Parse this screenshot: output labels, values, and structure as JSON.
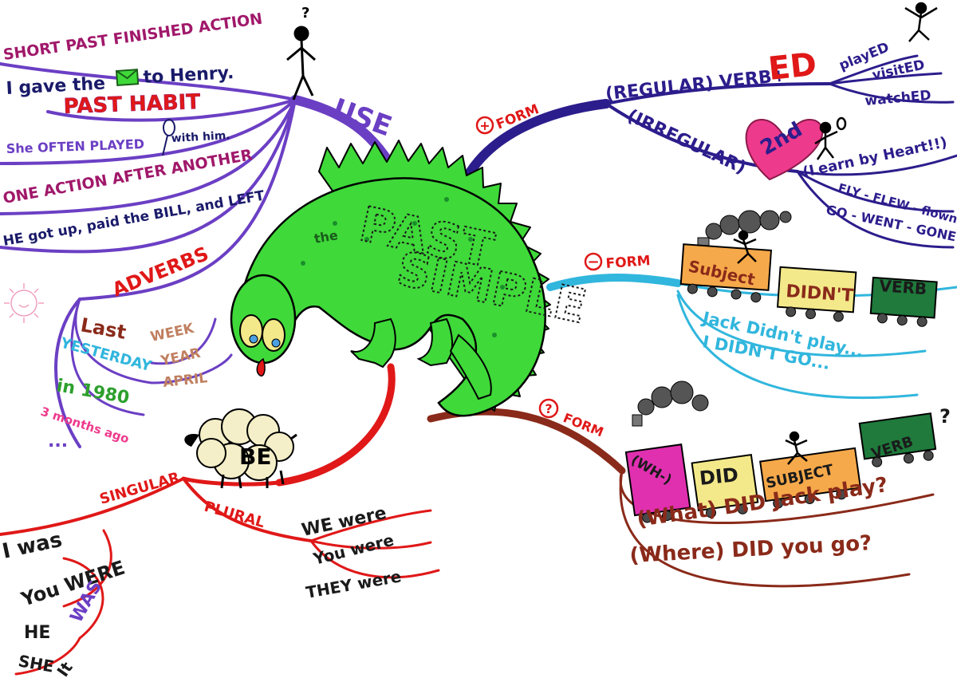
{
  "title": {
    "small": "the",
    "line1": "PAST",
    "line2": "SIMPLE"
  },
  "use": {
    "label": "USE",
    "short_past": {
      "heading": "SHORT PAST FINISHED ACTION",
      "example_start": "I gave the",
      "example_end": "to Henry."
    },
    "past_habit": {
      "heading": "PAST HABIT",
      "example": "She OFTEN PLAYED",
      "example_end": "with him."
    },
    "one_after": {
      "heading": "ONE ACTION AFTER ANOTHER",
      "example": "HE got up, paid the BILL, and LEFT"
    },
    "adverbs": {
      "heading": "ADVERBS",
      "last": "Last",
      "last_options": [
        "WEEK",
        "YEAR",
        "APRIL"
      ],
      "items": [
        "YESTERDAY",
        "in 1980",
        "3 months ago",
        "..."
      ]
    }
  },
  "be": {
    "label": "BE",
    "singular": {
      "label": "SINGULAR",
      "items": [
        "I was",
        "You WERE",
        "HE",
        "SHE",
        "It",
        "WAS"
      ]
    },
    "plural": {
      "label": "PLURAL",
      "items": [
        "WE were",
        "You were",
        "THEY were"
      ]
    }
  },
  "positive": {
    "symbol": "+",
    "label": "FORM",
    "regular": {
      "label": "(REGULAR) VERB+",
      "suffix": "ED",
      "examples": [
        "playED",
        "visitED",
        "watchED"
      ]
    },
    "irregular": {
      "label": "(IRREGULAR)",
      "heart": "2nd",
      "note": "(Learn by Heart!!)",
      "examples": [
        "FLY - FLEW - flown",
        "GO - WENT - GONE"
      ]
    }
  },
  "negative": {
    "symbol": "−",
    "label": "FORM",
    "train": [
      "Subject",
      "DIDN'T",
      "VERB"
    ],
    "examples": [
      "Jack Didn't play...",
      "I DIDN'T GO..."
    ]
  },
  "question": {
    "symbol": "?",
    "label": "FORM",
    "train": [
      "(WH-)",
      "DID",
      "SUBJECT",
      "VERB"
    ],
    "examples": [
      "(What) DID Jack play?",
      "(Where) DID you go?"
    ]
  },
  "icons": [
    "envelope-icon",
    "tennis-racket-icon",
    "question-mark-icon",
    "sun-icon",
    "heart-icon",
    "stick-figure-icon",
    "sheep-icon",
    "dragon-icon",
    "train-icon",
    "smoke-icon"
  ],
  "colors": {
    "use": "#6b3fc4",
    "be": "#e01818",
    "positive": "#2c1d8c",
    "negative": "#31b6dd",
    "question": "#8a2a1a",
    "dragon": "#3fd93a",
    "heart": "#ee3a8c",
    "wagon_orange": "#f6a94a",
    "wagon_yellow": "#f4e98a",
    "wagon_green": "#1f7a3c",
    "wagon_pink": "#e030b0"
  }
}
